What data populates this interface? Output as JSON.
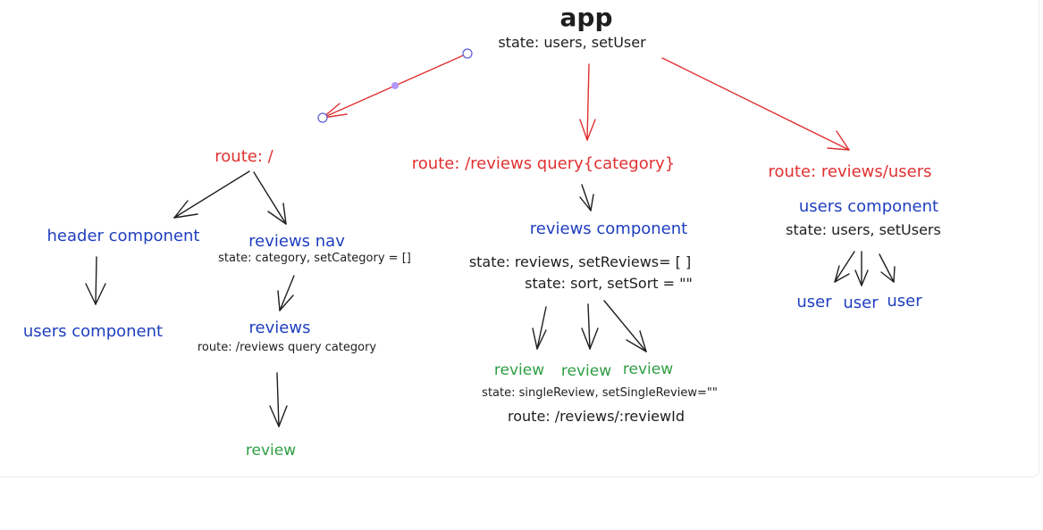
{
  "colors": {
    "red": "#e03131",
    "blue": "#1971c2",
    "green": "#2f9e44",
    "black": "#1e1e1e"
  },
  "nodes": {
    "app": "app",
    "app_state": "state: users, setUser",
    "route_root": "route: /",
    "route_reviews": "route: /reviews query{category}",
    "route_users": "route: reviews/users",
    "header_component": "header component",
    "users_component_left": "users component",
    "reviews_nav": "reviews nav",
    "reviews_nav_state": "state: category, setCategory = []",
    "reviews": "reviews",
    "reviews_route": "route: /reviews query category",
    "review_left": "review",
    "reviews_component": "reviews component",
    "reviews_state_1": "state: reviews, setReviews= [ ]",
    "reviews_state_2": "state: sort, setSort = \"\"",
    "review_1": "review",
    "review_2": "review",
    "review_3": "review",
    "review_state": "state: singleReview, setSingleReview=\"\"",
    "review_route": "route: /reviews/:reviewId",
    "users_component_right": "users component",
    "users_state": "state: users, setUsers",
    "user_1": "user",
    "user_2": "user",
    "user_3": "user"
  }
}
